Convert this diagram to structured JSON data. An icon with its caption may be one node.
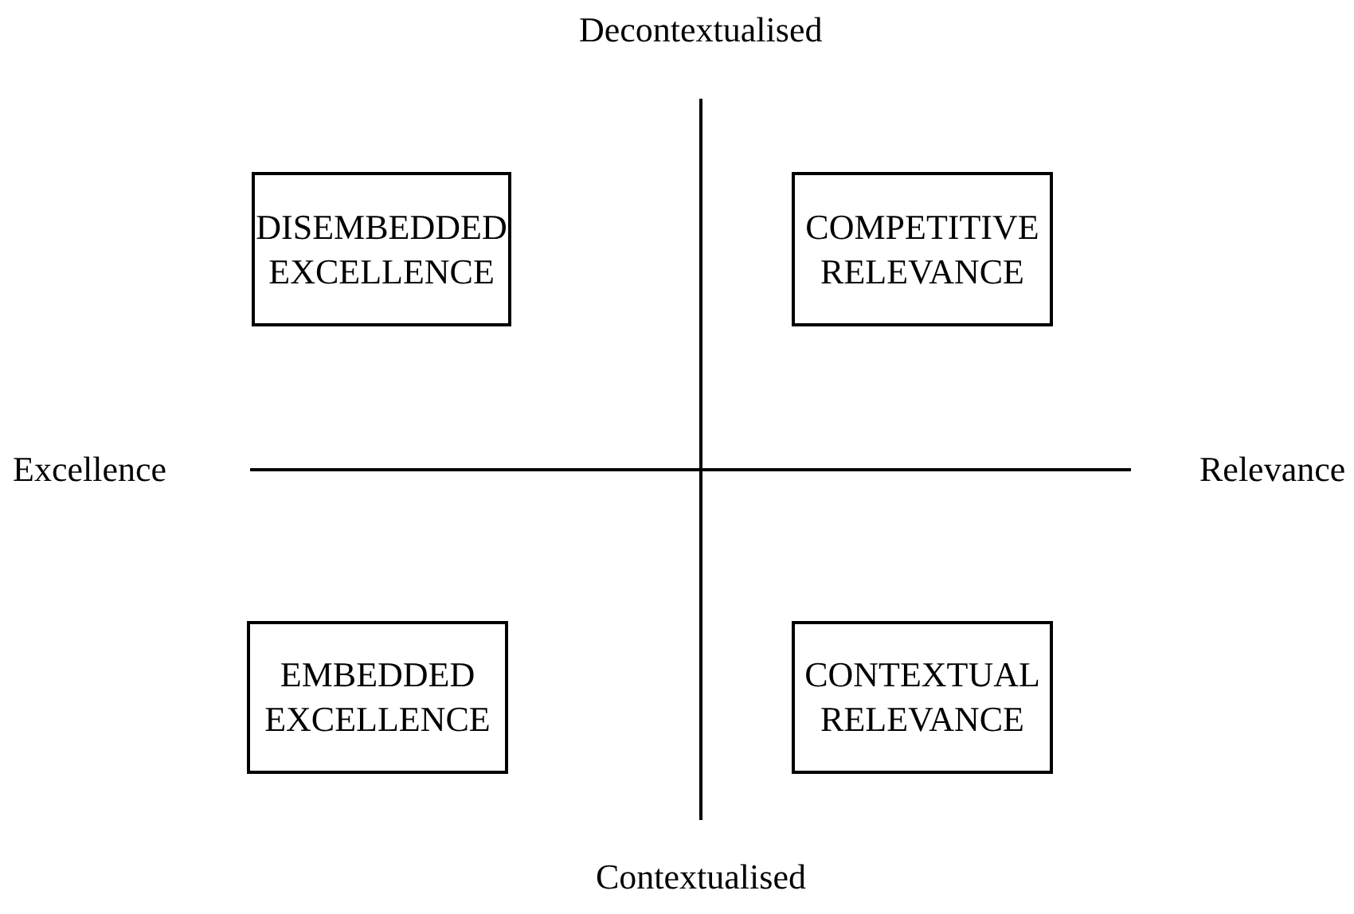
{
  "diagram": {
    "nodes": [
      {
        "text": [
          "DISEMBEDDED EXCELLENCE"
        ]
      },
      {
        "text": [
          "COMPETITIVE RELEVANCE"
        ]
      },
      {
        "text": [
          "EMBEDDED EXCELLENCE"
        ]
      },
      {
        "text": [
          "CONTEXTUAL RELEVANCE"
        ]
      }
    ],
    "edges": [],
    "labels": [
      "Decontextualised",
      "Excellence",
      "Relevance",
      "Contextualised"
    ]
  }
}
